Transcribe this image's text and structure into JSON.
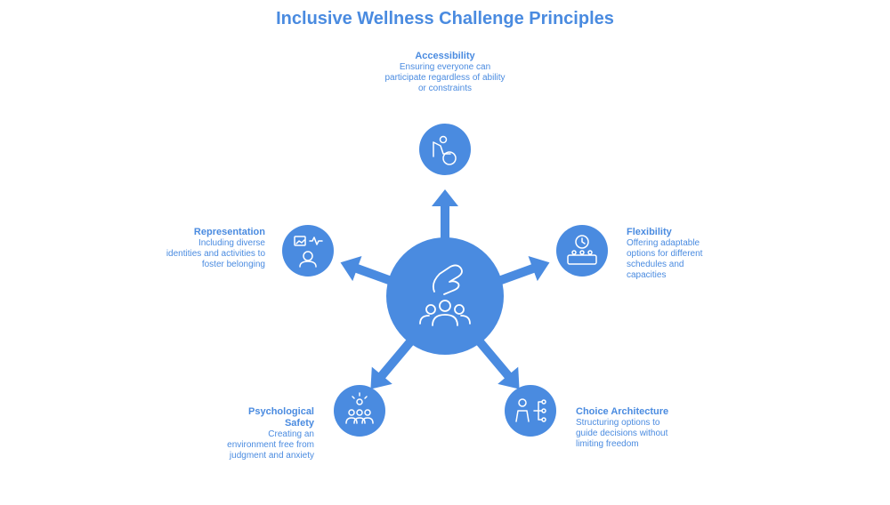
{
  "title": "Inclusive Wellness Challenge Principles",
  "colors": {
    "primary": "#4a8be0",
    "text": "#4a8be0",
    "icon_stroke": "#ffffff"
  },
  "center": {
    "icon": "hand-group-icon"
  },
  "principles": [
    {
      "name": "Accessibility",
      "desc": "Ensuring everyone can participate regardless of ability or constraints",
      "icon": "wheelchair-user-icon"
    },
    {
      "name": "Flexibility",
      "desc": "Offering adaptable options for different schedules and capacities",
      "icon": "clock-people-icon"
    },
    {
      "name": "Choice Architecture",
      "desc": "Structuring options to guide decisions without limiting freedom",
      "icon": "person-flowchart-icon"
    },
    {
      "name": "Psychological Safety",
      "desc": "Creating an environment free from judgment and anxiety",
      "icon": "group-idea-icon"
    },
    {
      "name": "Representation",
      "desc": "Including diverse identities and activities to foster belonging",
      "icon": "diverse-media-icon"
    }
  ]
}
